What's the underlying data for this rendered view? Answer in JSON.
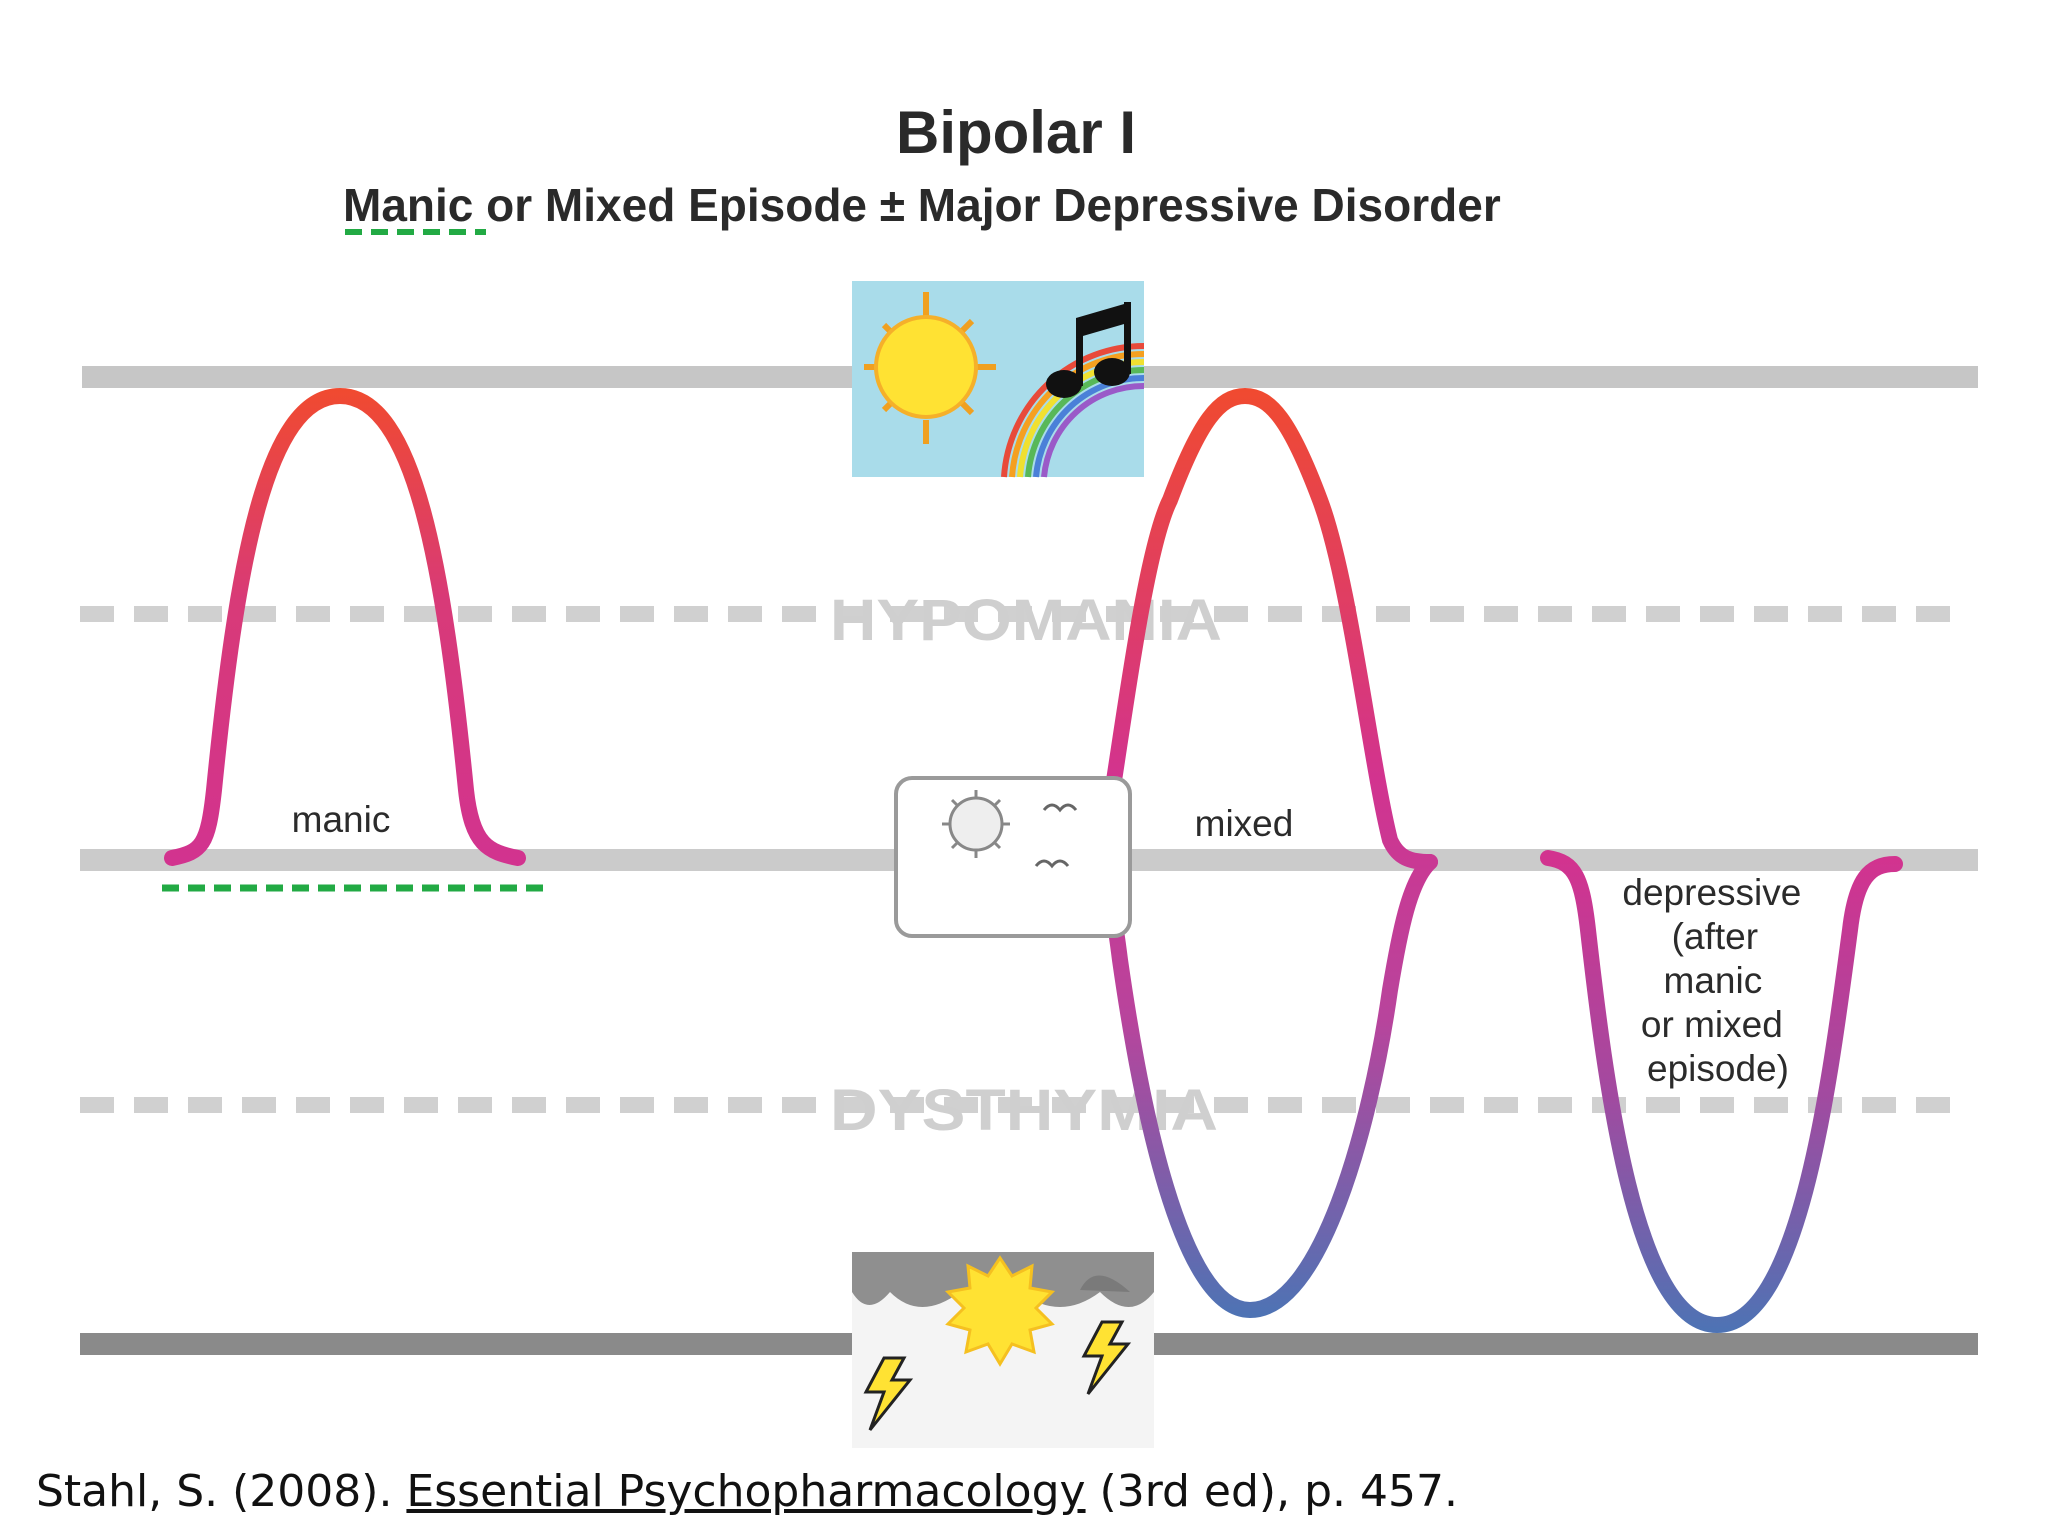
{
  "title": "Bipolar I",
  "subtitle": {
    "manic": "Manic",
    "rest": " or Mixed Episode ± Major Depressive Disorder"
  },
  "zones": {
    "hypomania": "HYPOMANIA",
    "dysthymia": "DYSTHYMIA"
  },
  "episodes": {
    "manic": "manic",
    "mixed": "mixed",
    "depressive": [
      "depressive",
      "(after",
      "manic",
      "or mixed",
      "episode)"
    ]
  },
  "citation": {
    "author": "Stahl, S. (2008). ",
    "book": "Essential Psychopharmacology",
    "rest": " (3rd ed), p. 457."
  },
  "colors": {
    "mania": "#f04a30",
    "mid": "#d2338f",
    "depression": "#4e73b4",
    "highlight": "#22aa44"
  },
  "icons": [
    "sun-music-rainbow-icon",
    "cloud-sun-icon",
    "storm-lightning-icon"
  ]
}
